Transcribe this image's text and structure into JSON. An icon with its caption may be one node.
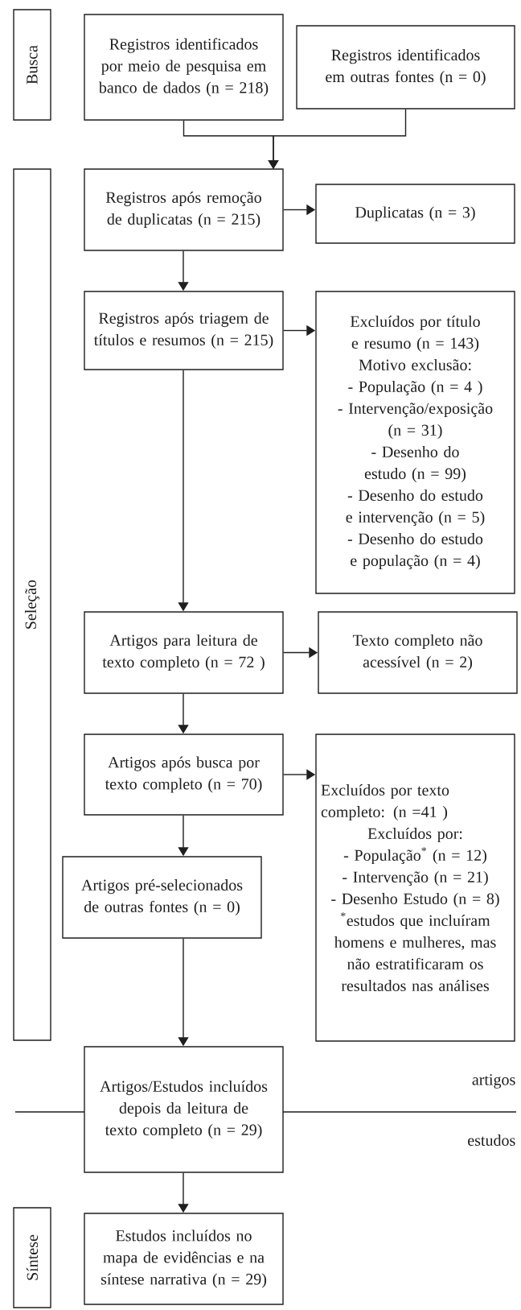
{
  "diagram": {
    "nodes": [
      {
        "text": [
          "Busca"
        ]
      },
      {
        "text": [
          "Registros identificados por meio de pesquisa em banco de dados (n = 218)"
        ]
      },
      {
        "text": [
          "Registros identificados em outras fontes (n = 0)"
        ]
      },
      {
        "text": [
          "Seleção"
        ]
      },
      {
        "text": [
          "Registros após remoção de duplicatas (n = 215)"
        ]
      },
      {
        "text": [
          "Duplicatas (n = 3)"
        ]
      },
      {
        "text": [
          "Registros após triagem de títulos e resumos (n = 215)"
        ]
      },
      {
        "text": [
          "Excluídos por título e resumo (n = 143)",
          "Motivo exclusão:",
          "- População (n = 4 )",
          "- Intervenção/exposição (n = 31)",
          "- Desenho do estudo (n = 99)",
          "- Desenho do estudo e intervenção (n = 5)",
          "- Desenho do estudo e população (n = 4)"
        ]
      },
      {
        "text": [
          "Artigos para leitura de texto completo (n = 72 )"
        ]
      },
      {
        "text": [
          "Texto completo não acessível (n = 2)"
        ]
      },
      {
        "text": [
          "Artigos após busca por texto completo (n = 70)"
        ]
      },
      {
        "text": [
          "Excluídos por texto completo: (n =41 )",
          "Excluídos por:",
          "- População$^{*}$ (n = 12)",
          "- Intervenção (n = 21)",
          "- Desenho Estudo (n = 8)",
          "$^{*}$estudos que incluíram homens e mulheres, mas não estratificaram os resultados nas análises"
        ]
      },
      {
        "text": [
          "Artigos pré-selecionados de outras fontes (n = 0)"
        ]
      },
      {
        "text": [
          "Artigos/Estudos incluídos depois da leitura de texto completo (n = 29)"
        ]
      },
      {
        "text": [
          "Síntese"
        ]
      },
      {
        "text": [
          "Estudos incluídos no mapa de evidências e na síntese narrativa (n = 29)"
        ]
      }
    ],
    "edges": [
      {
        "from": 1,
        "to": 4,
        "arrow": "to"
      },
      {
        "from": 2,
        "to": 4,
        "arrow": "to"
      },
      {
        "from": 4,
        "to": 5,
        "arrow": "to"
      },
      {
        "from": 4,
        "to": 6,
        "arrow": "to"
      },
      {
        "from": 6,
        "to": 7,
        "arrow": "to"
      },
      {
        "from": 6,
        "to": 8,
        "arrow": "to"
      },
      {
        "from": 8,
        "to": 9,
        "arrow": "to"
      },
      {
        "from": 8,
        "to": 10,
        "arrow": "to"
      },
      {
        "from": 10,
        "to": 11,
        "arrow": "to"
      },
      {
        "from": 10,
        "to": 12,
        "arrow": "to"
      },
      {
        "from": 12,
        "to": 13,
        "arrow": "to"
      },
      {
        "from": 13,
        "to": 15,
        "arrow": "to"
      }
    ],
    "labels": [
      "artigos",
      "estudos"
    ]
  }
}
